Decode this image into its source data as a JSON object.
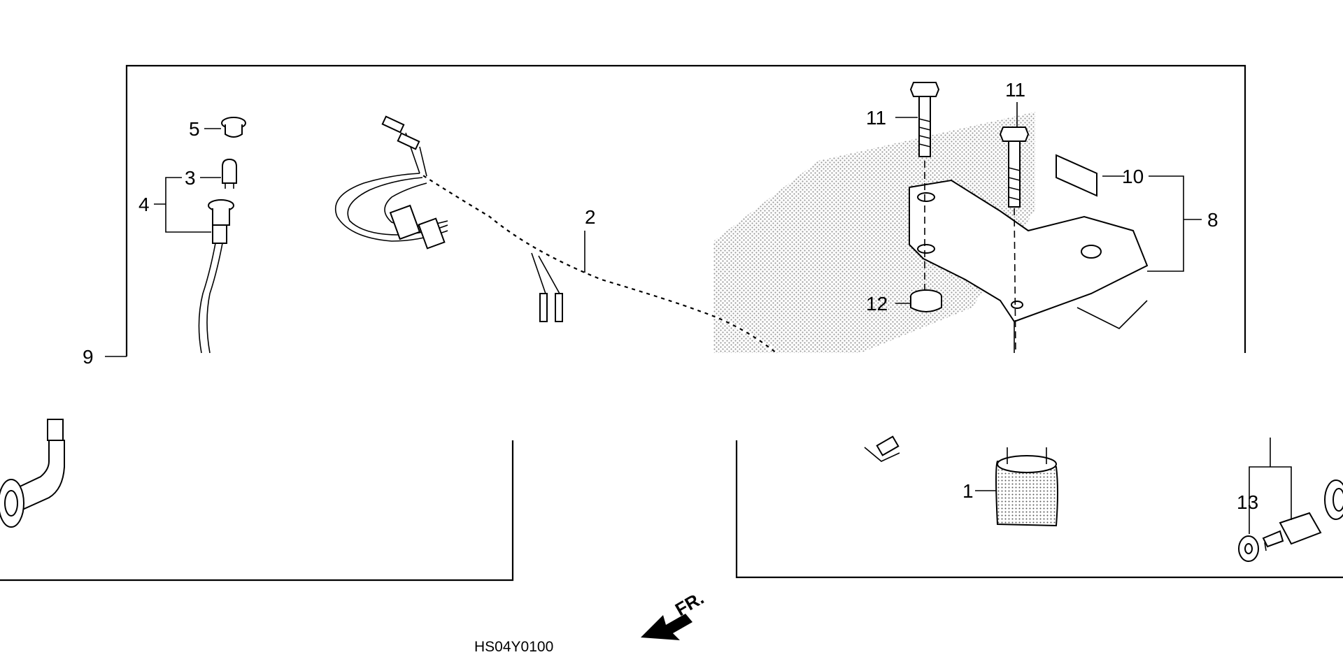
{
  "diagram": {
    "drawing_code": "HS04Y0100",
    "direction_label": "FR.",
    "colors": {
      "line": "#000000",
      "background": "#ffffff",
      "stipple": "#9a9a9a"
    },
    "callouts": [
      {
        "id": "c1",
        "text": "1"
      },
      {
        "id": "c2",
        "text": "2"
      },
      {
        "id": "c3",
        "text": "3"
      },
      {
        "id": "c4",
        "text": "4"
      },
      {
        "id": "c5",
        "text": "5"
      },
      {
        "id": "c8",
        "text": "8"
      },
      {
        "id": "c9",
        "text": "9"
      },
      {
        "id": "c10",
        "text": "10"
      },
      {
        "id": "c11a",
        "text": "11"
      },
      {
        "id": "c11b",
        "text": "11"
      },
      {
        "id": "c12",
        "text": "12"
      },
      {
        "id": "c13",
        "text": "13"
      }
    ]
  }
}
